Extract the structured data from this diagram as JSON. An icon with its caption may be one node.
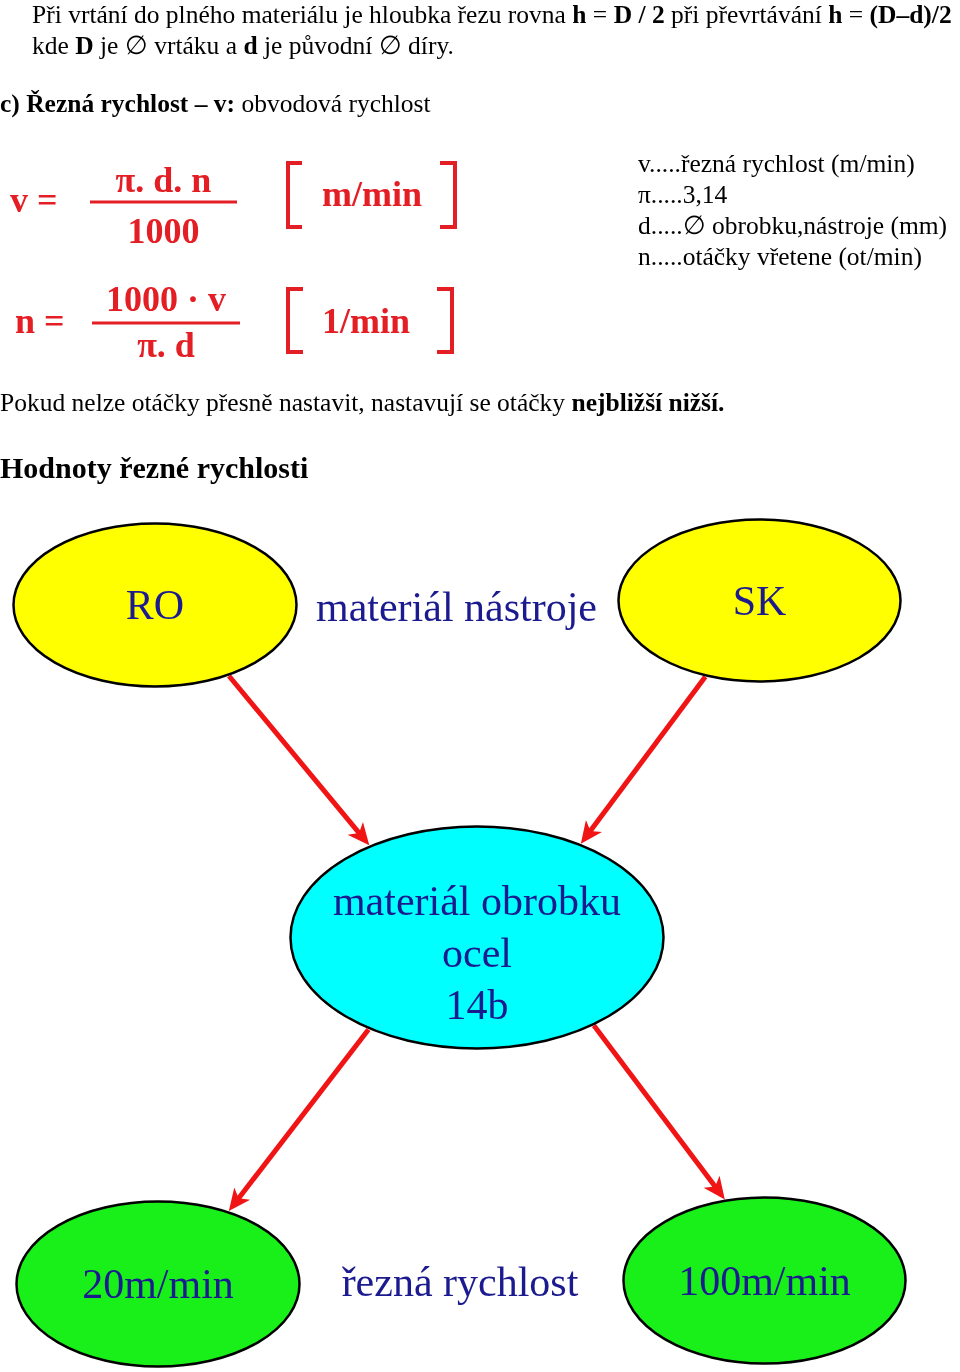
{
  "diagram": {
    "title": "Hodnoty řezné rychlosti",
    "nodes": [
      {
        "text": [
          "RO"
        ]
      },
      {
        "text": [
          "SK"
        ]
      },
      {
        "text": [
          "materiál obrobku",
          "ocel 14b"
        ]
      },
      {
        "text": [
          "20m/min"
        ]
      },
      {
        "text": [
          "100m/min"
        ]
      }
    ],
    "edges": [
      {
        "from": 0,
        "to": 2,
        "arrow": "to"
      },
      {
        "from": 1,
        "to": 2,
        "arrow": "to"
      },
      {
        "from": 2,
        "to": 3,
        "arrow": "to"
      },
      {
        "from": 2,
        "to": 4,
        "arrow": "to"
      }
    ],
    "labels": [
      "Při vrtání do plného materiálu je hloubka řezu rovna **h** = **D / 2** při převrtávání **h** = **(D–d)/2** kde **D** je ∅ vrtáku a **d** je původní ∅ díry.",
      "**c) Řezná rychlost – v:** obvodová rychlost",
      "v =",
      "π. d. n",
      "1000",
      "m/min",
      "n =",
      "1000 · v",
      "π. d",
      "1/min",
      "v.....řezná rychlost (m/min)",
      "π.....3,14",
      "d.....∅ obrobku,nástroje (mm)",
      "n.....otáčky vřetene (ot/min)",
      "Pokud nelze otáčky přesně nastavit, nastavují se otáčky **nejbližší nižší.**",
      "materiál nástroje",
      "řezná rychlost"
    ]
  }
}
